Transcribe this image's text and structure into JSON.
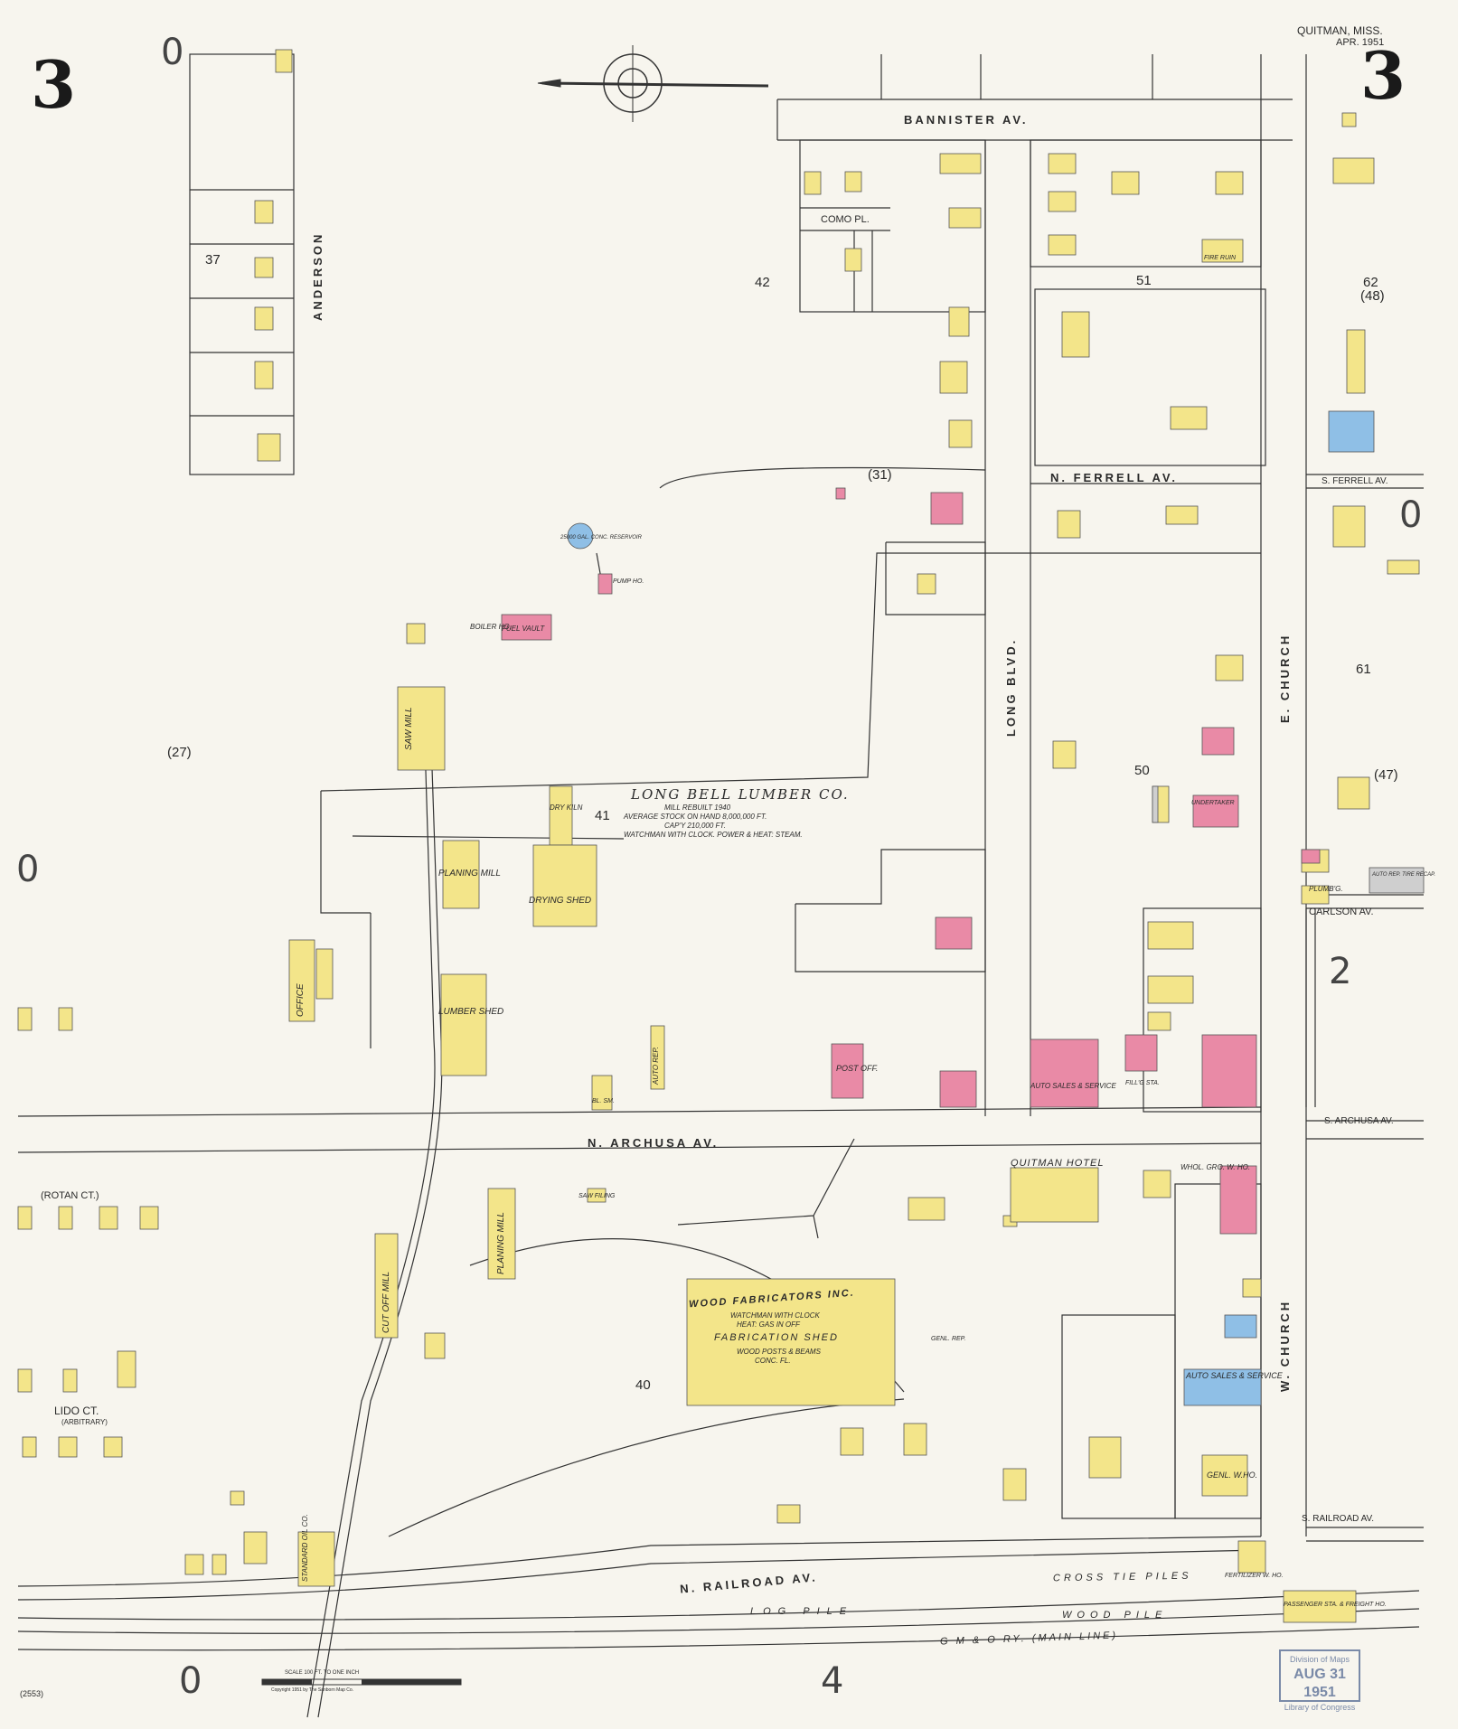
{
  "header": {
    "sheet_number": "3",
    "place_date_line1": "QUITMAN, MISS.",
    "place_date_line2": "APR. 1951"
  },
  "adjacent_sheets": {
    "top": "0",
    "left": "0",
    "bottom_left": "0",
    "bottom": "4",
    "right_mid": "2",
    "right_top": "0"
  },
  "blocks": [
    "37",
    "42",
    "51",
    "62",
    "(48)",
    "(31)",
    "(27)",
    "41",
    "50",
    "61",
    "(47)",
    "40"
  ],
  "streets": {
    "bannister": "BANNISTER AV.",
    "como": "COMO PL.",
    "anderson": "ANDERSON",
    "n_ferrell": "N. FERRELL AV.",
    "s_ferrell": "S. FERRELL AV.",
    "long_blvd": "LONG BLVD.",
    "e_church": "E. CHURCH",
    "w_church": "W. CHURCH",
    "carlson": "CARLSON AV.",
    "n_archusa": "N. ARCHUSA AV.",
    "s_archusa": "S. ARCHUSA AV.",
    "rotan": "(ROTAN CT.)",
    "lido": "LIDO CT.",
    "lido_sub": "(ARBITRARY)",
    "n_railroad": "N. RAILROAD AV.",
    "s_railroad": "S. RAILROAD AV.",
    "railway": "G M & O RY. (MAIN LINE)"
  },
  "company": {
    "name": "LONG BELL LUMBER CO.",
    "line1": "MILL REBUILT 1940",
    "line2": "AVERAGE STOCK ON HAND 8,000,000 FT.",
    "line3": "CAP'Y 210,000 FT.",
    "line4": "WATCHMAN WITH CLOCK. POWER & HEAT: STEAM."
  },
  "wood_fab": {
    "name": "WOOD FABRICATORS INC.",
    "line1": "WATCHMAN WITH CLOCK",
    "line2": "HEAT: GAS IN OFF",
    "shed": "FABRICATION SHED",
    "line3": "WOOD POSTS & BEAMS",
    "line4": "CONC. FL."
  },
  "buildings": {
    "saw_mill": "SAW MILL",
    "planing_mill": "PLANING MILL",
    "drying_shed": "DRYING SHED",
    "dry_kiln": "DRY KILN",
    "office": "OFFICE",
    "lumber_shed": "LUMBER SHED",
    "boiler": "BOILER HO.",
    "fuel": "FUEL VAULT",
    "pump": "PUMP HO.",
    "reservoir": "25000 GAL. CONC. RESERVOIR",
    "planing_mill2": "PLANING MILL",
    "cut_off_mill": "CUT OFF MILL",
    "post_off": "POST OFF.",
    "auto_rep": "AUTO REP.",
    "auto_sales": "AUTO SALES & SERVICE",
    "auto_sales2": "AUTO SALES & SERVICE",
    "quitman_hotel": "QUITMAN HOTEL",
    "whol_gro": "WHOL. GRO. W. HO.",
    "genl_wh": "GENL. W.HO.",
    "fertilizer": "FERTILIZER W. HO.",
    "passenger": "PASSENGER STA. & FREIGHT HO.",
    "undertaker": "UNDERTAKER",
    "plumbg": "PLUMB'G.",
    "auto_rep2": "AUTO REP. TIRE RECAP.",
    "fire_ruin": "FIRE RUIN",
    "filling": "FILL'G STA.",
    "bl_sm": "BL. SM.",
    "saw_filing": "SAW FILING",
    "standard_oil": "STANDARD OIL CO.",
    "genl_rep": "GENL. REP."
  },
  "misc": {
    "log_pile": "LOG PILE",
    "wood_pile": "WOOD PILE",
    "cross_tie": "CROSS TIE PILES",
    "scale": "SCALE 100 FT. TO ONE INCH",
    "copyright": "Copyright 1951 by The Sanborn Map Co.",
    "stamp1": "Division of Maps",
    "stamp2": "AUG 31 1951",
    "stamp3": "Library of Congress",
    "corner_num": "(2553)"
  },
  "colors": {
    "frame_yellow": "#f3e58a",
    "brick_pink": "#e98aa6",
    "stone_blue": "#8fbfe6",
    "line": "#333333",
    "paper": "#f7f5ee"
  }
}
